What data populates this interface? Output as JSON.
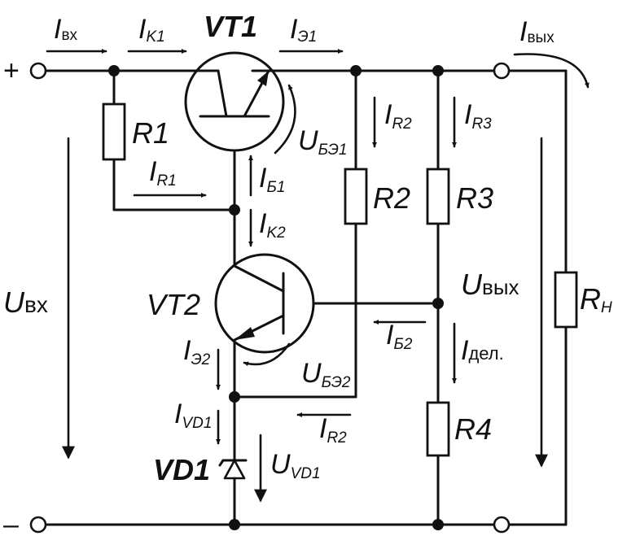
{
  "terminals": {
    "plus": "+",
    "minus": "–"
  },
  "labels": {
    "i_in": {
      "main": "I",
      "sub": "вх"
    },
    "i_k1": {
      "main": "I",
      "sub": "K1"
    },
    "vt1": "VT1",
    "i_e1": {
      "main": "I",
      "sub": "Э1"
    },
    "i_out": {
      "main": "I",
      "sub": "вых"
    },
    "r1": "R1",
    "i_r2_top": {
      "main": "I",
      "sub": "R2"
    },
    "i_r3": {
      "main": "I",
      "sub": "R3"
    },
    "u_be1": {
      "main": "U",
      "sub": "БЭ1"
    },
    "i_r1": {
      "main": "I",
      "sub": "R1"
    },
    "i_b1": {
      "main": "I",
      "sub": "Б1"
    },
    "r2": "R2",
    "r3": "R3",
    "i_k2": {
      "main": "I",
      "sub": "K2"
    },
    "u_in": {
      "main": "U",
      "sub": "вх"
    },
    "vt2": "VT2",
    "u_out": {
      "main": "U",
      "sub": "вых"
    },
    "rn": {
      "main": "R",
      "sub": "H"
    },
    "i_b2": {
      "main": "I",
      "sub": "Б2"
    },
    "i_e2": {
      "main": "I",
      "sub": "Э2"
    },
    "u_be2": {
      "main": "U",
      "sub": "БЭ2"
    },
    "i_div": {
      "main": "I",
      "sub": "дел."
    },
    "i_vd1": {
      "main": "I",
      "sub": "VD1"
    },
    "i_r2_bot": {
      "main": "I",
      "sub": "R2"
    },
    "r4": "R4",
    "vd1": "VD1",
    "u_vd1": {
      "main": "U",
      "sub": "VD1"
    }
  }
}
